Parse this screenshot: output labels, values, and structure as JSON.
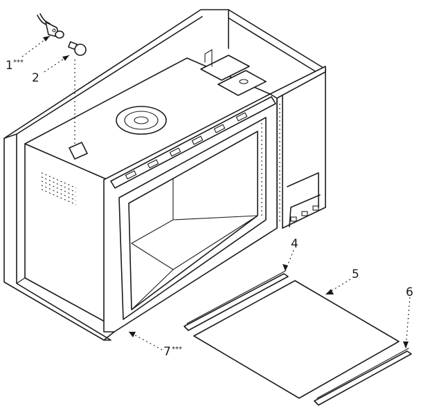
{
  "callouts": [
    {
      "id": "1",
      "num": "1",
      "suffix": "***"
    },
    {
      "id": "2",
      "num": "2",
      "suffix": ""
    },
    {
      "id": "4",
      "num": "4",
      "suffix": ""
    },
    {
      "id": "5",
      "num": "5",
      "suffix": ""
    },
    {
      "id": "6",
      "num": "6",
      "suffix": ""
    },
    {
      "id": "7",
      "num": "7",
      "suffix": "***"
    }
  ]
}
